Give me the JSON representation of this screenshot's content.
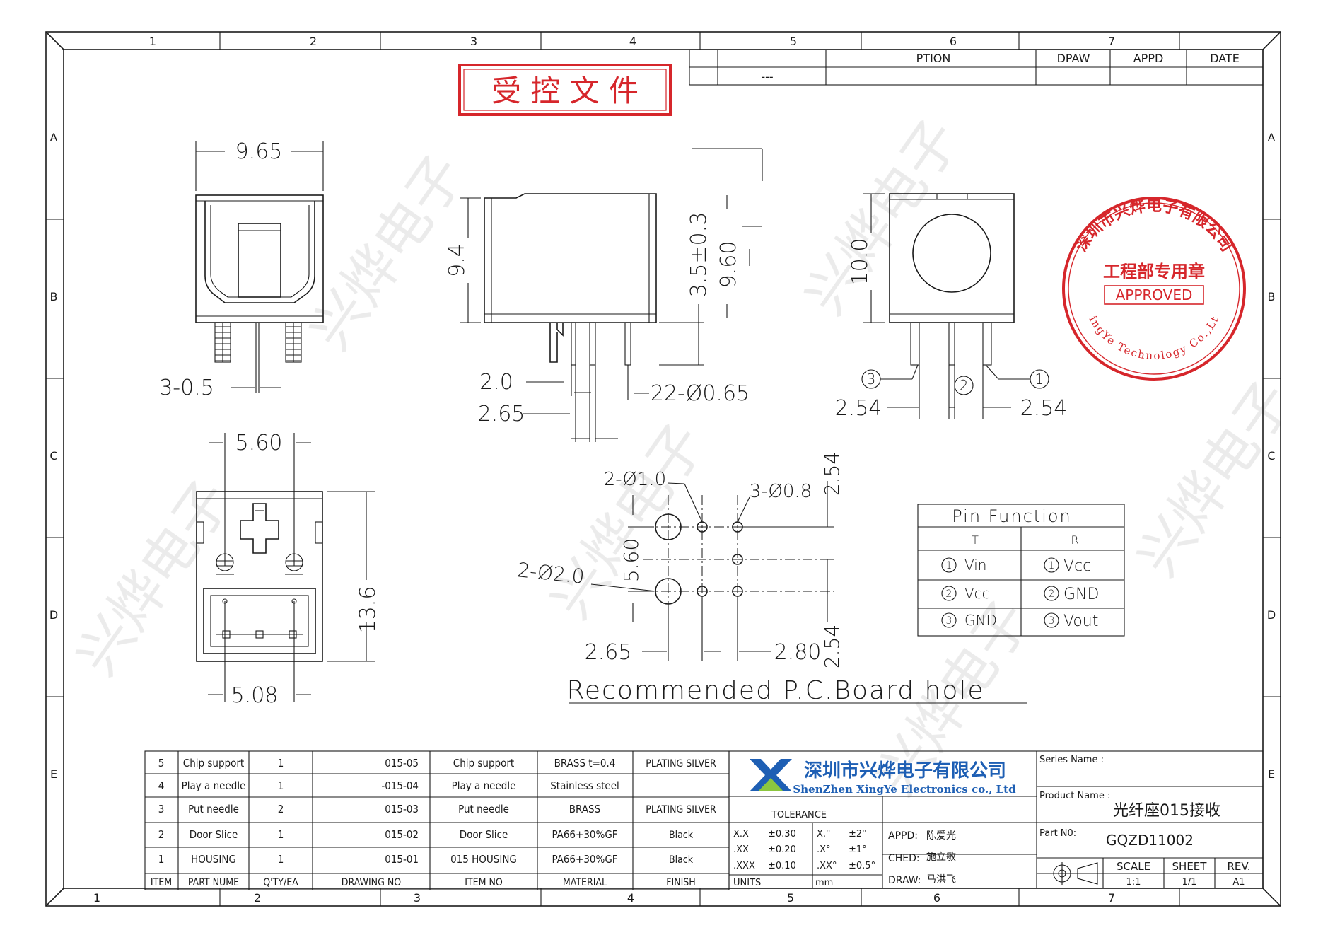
{
  "frame": {
    "columns": [
      "1",
      "2",
      "3",
      "4",
      "5",
      "6",
      "7"
    ],
    "rows": [
      "A",
      "B",
      "C",
      "D",
      "E"
    ]
  },
  "revision": {
    "option": "PTION",
    "draw": "DPAW",
    "appd": "APPD",
    "date": "DATE",
    "dash": "---"
  },
  "controlled_stamp": "受 控 文 件",
  "watermark": "兴烨电子",
  "top_view": {
    "width": "9.65",
    "pin": "3-0.5"
  },
  "side_view": {
    "height": "9.4",
    "offset": "3.5±0.3",
    "total": "9.60",
    "d1": "2.0",
    "d2": "2.65",
    "pin": "22-Ø0.65"
  },
  "front_view": {
    "height": "10.0",
    "pitch_left": "2.54",
    "pitch_right": "2.54",
    "pin3": "3",
    "pin2": "2",
    "pin1": "1"
  },
  "bottom_view": {
    "width": "5.60",
    "height": "13.6",
    "pitch": "5.08"
  },
  "pcb": {
    "caption": "Recommended P.C.Board hole",
    "h1": "2-Ø1.0",
    "h2": "3-Ø0.8",
    "h3": "2-Ø2.0",
    "v1": "5.60",
    "v2": "2.54",
    "v3": "2.54",
    "x1": "2.65",
    "x2": "2.80"
  },
  "pin_function": {
    "title": "Pin Function",
    "col_t": "T",
    "col_r": "R",
    "rows": [
      {
        "n": "1",
        "t": "Vin",
        "r": "Vcc"
      },
      {
        "n": "2",
        "t": "Vcc",
        "r": "GND"
      },
      {
        "n": "3",
        "t": "GND",
        "r": "Vout"
      }
    ]
  },
  "bom": {
    "rows": [
      {
        "no": "5",
        "name": "Chip support",
        "qty": "1",
        "dwg": "015-05",
        "item": "Chip support",
        "mat": "BRASS t=0.4",
        "fin": "PLATING SILVER"
      },
      {
        "no": "4",
        "name": "Play a needle",
        "qty": "1",
        "dwg": "-015-04",
        "item": "Play a needle",
        "mat": "Stainless steel",
        "fin": ""
      },
      {
        "no": "3",
        "name": "Put needle",
        "qty": "2",
        "dwg": "015-03",
        "item": "Put needle",
        "mat": "BRASS",
        "fin": "PLATING SILVER"
      },
      {
        "no": "2",
        "name": "Door Slice",
        "qty": "1",
        "dwg": "015-02",
        "item": "Door Slice",
        "mat": "PA66+30%GF",
        "fin": "Black"
      },
      {
        "no": "1",
        "name": "HOUSING",
        "qty": "1",
        "dwg": "015-01",
        "item": "015  HOUSING",
        "mat": "PA66+30%GF",
        "fin": "Black"
      }
    ],
    "header": {
      "no": "ITEM",
      "name": "PART NUME",
      "qty": "Q'TY/EA",
      "dwg": "DRAWING NO",
      "item": "ITEM NO",
      "mat": "MATERIAL",
      "fin": "FINISH"
    }
  },
  "title_block": {
    "company_cn": "深圳市兴烨电子有限公司",
    "company_en": "ShenZhen XingYe Electronics co., Ltd",
    "series_label": "Series Name :",
    "product_label": "Product Name :",
    "product_name": "光纤座015接收",
    "part_label": "Part N0:",
    "part_no": "GQZD11002",
    "tolerance": "TOLERANCE",
    "tol_rows": [
      {
        "a": "X.X",
        "b": "±0.30",
        "c": "X.°",
        "d": "±2°"
      },
      {
        "a": ".XX",
        "b": "±0.20",
        "c": ".X°",
        "d": "±1°"
      },
      {
        "a": ".XXX",
        "b": "±0.10",
        "c": ".XX°",
        "d": "±0.5°"
      }
    ],
    "units_label": "UNITS",
    "units": "mm",
    "appd_label": "APPD:",
    "appd": "陈爱光",
    "ched_label": "CHED:",
    "ched": "施立敏",
    "draw_label": "DRAW:",
    "draw": "马洪飞",
    "scale_label": "SCALE",
    "scale": "1:1",
    "sheet_label": "SHEET",
    "sheet": "1/1",
    "rev_label": "REV.",
    "rev": "A1"
  },
  "seal": {
    "ring_cn": "深圳市兴烨电子有限公司",
    "ring_en": "XingYe Technology Co.,Ltd",
    "center": "工程部专用章",
    "approved": "APPROVED"
  },
  "colors": {
    "line": "#1a1a1a",
    "stamp_red": "#d6262b",
    "logo_blue": "#1e5fb4",
    "logo_green": "#8cc63f"
  }
}
